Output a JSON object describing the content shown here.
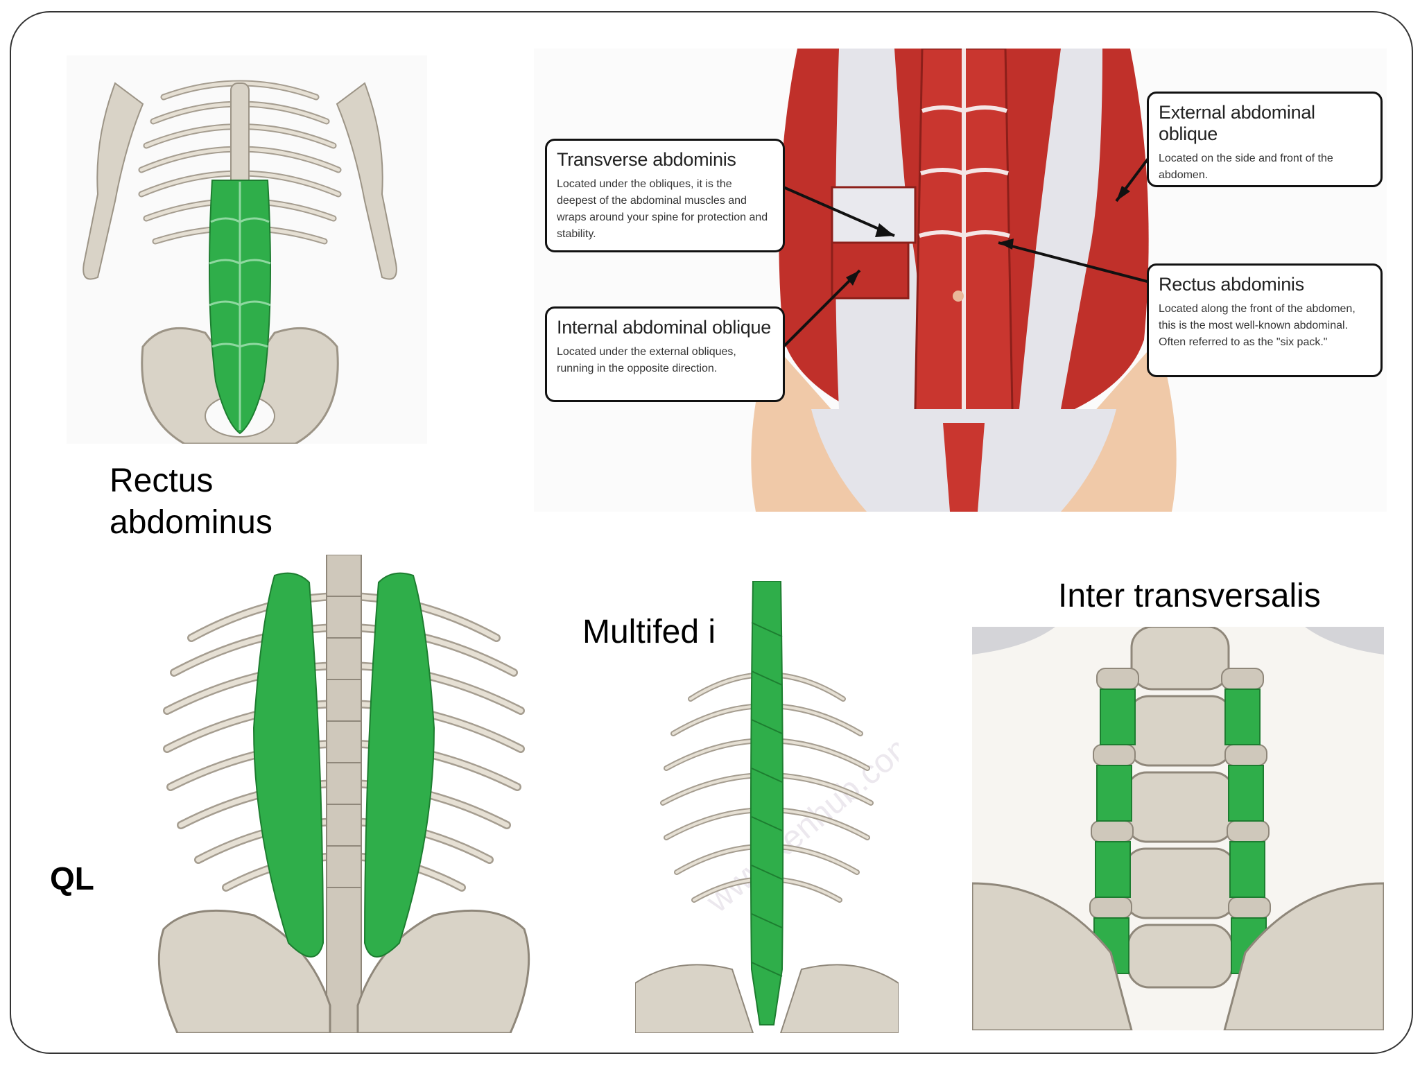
{
  "slide": {
    "captions": {
      "rectus": "Rectus abdominus",
      "ql": "QL",
      "multifidi": "Multifed i",
      "intertransversalis": "Inter transversalis"
    },
    "abdominal_diagram": {
      "callouts": [
        {
          "title": "Transverse abdominis",
          "body": "Located under the obliques, it is the deepest of the abdominal muscles and wraps around your spine for protection and stability."
        },
        {
          "title": "Internal abdominal oblique",
          "body": "Located under the external obliques, running in the opposite direction."
        },
        {
          "title": "External abdominal oblique",
          "body": "Located on the side and front of the abdomen."
        },
        {
          "title": "Rectus abdominis",
          "body": "Located along the front of the abdomen, this is the most well-known abdominal. Often referred to as the \"six pack.\""
        }
      ]
    },
    "watermark": "www.kenhub.com",
    "colors": {
      "muscle_green": "#2fae4a",
      "muscle_red": "#c0302a",
      "bone": "#d9d3c7",
      "fascia": "#e4e4ea"
    }
  }
}
